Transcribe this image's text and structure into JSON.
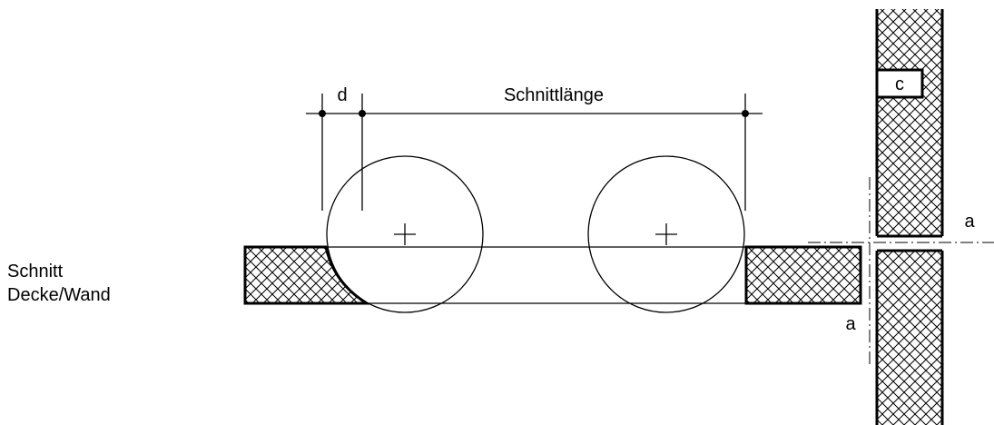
{
  "caption": {
    "line1": "Schnitt",
    "line2": "Decke/Wand"
  },
  "labels": {
    "cut_length": "Schnittlänge",
    "d": "d",
    "c": "c",
    "a_horizontal": "a",
    "a_vertical": "a"
  }
}
